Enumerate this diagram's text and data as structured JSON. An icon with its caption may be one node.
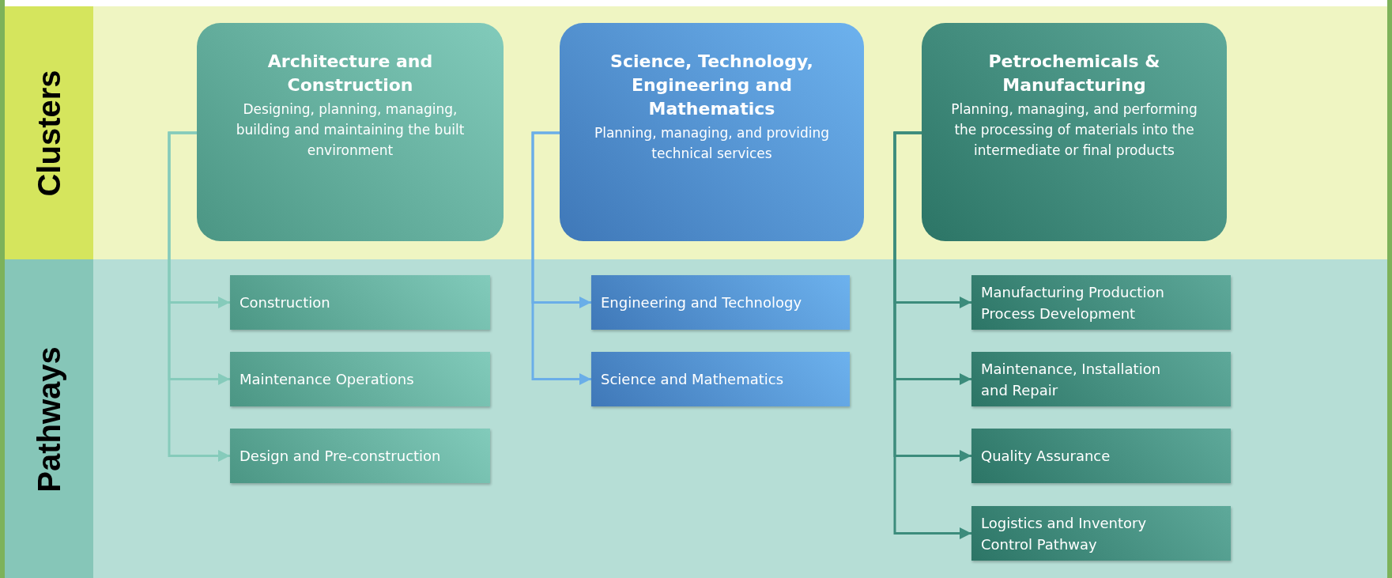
{
  "diagram": {
    "nodes": [
      {
        "text": [
          "Architecture and Construction",
          "Designing, planning, managing, building and maintaining the built environment"
        ]
      },
      {
        "text": [
          "Science, Technology, Engineering and Mathematics",
          "Planning, managing, and providing technical services"
        ]
      },
      {
        "text": [
          "Petrochemicals & Manufacturing",
          "Planning, managing, and performing the processing of materials into the intermediate or final products"
        ]
      },
      {
        "text": [
          "Construction"
        ]
      },
      {
        "text": [
          "Maintenance Operations"
        ]
      },
      {
        "text": [
          "Design and Pre-construction"
        ]
      },
      {
        "text": [
          "Engineering and Technology"
        ]
      },
      {
        "text": [
          "Science and Mathematics"
        ]
      },
      {
        "text": [
          "Manufacturing Production Process Development"
        ]
      },
      {
        "text": [
          "Maintenance, Installation and Repair"
        ]
      },
      {
        "text": [
          "Quality Assurance"
        ]
      },
      {
        "text": [
          "Logistics and Inventory Control Pathway"
        ]
      }
    ],
    "edges": [
      {
        "from": 0,
        "to": 3,
        "arrow": "to",
        "color": "#86cbbb"
      },
      {
        "from": 0,
        "to": 4,
        "arrow": "to",
        "color": "#86cbbb"
      },
      {
        "from": 0,
        "to": 5,
        "arrow": "to",
        "color": "#86cbbb"
      },
      {
        "from": 1,
        "to": 6,
        "arrow": "to",
        "color": "#6aaee8"
      },
      {
        "from": 1,
        "to": 7,
        "arrow": "to",
        "color": "#6aaee8"
      },
      {
        "from": 2,
        "to": 8,
        "arrow": "to"
      },
      {
        "from": 2,
        "to": 9,
        "arrow": "to"
      },
      {
        "from": 2,
        "to": 10,
        "arrow": "to"
      },
      {
        "from": 2,
        "to": 11,
        "arrow": "to"
      }
    ],
    "labels": [
      "Clusters",
      "Pathways"
    ]
  }
}
